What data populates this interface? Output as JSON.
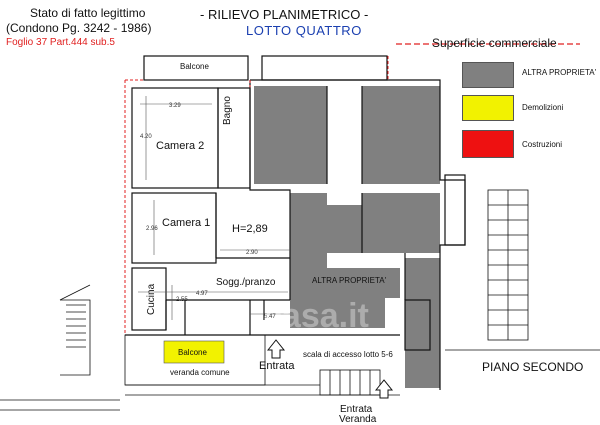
{
  "header": {
    "left_line1": "Stato di fatto legittimo",
    "left_line2": "(Condono Pg. 3242 - 1986)",
    "left_line3": "Foglio 37 Part.444 sub.5",
    "title": "- RILIEVO PLANIMETRICO -",
    "subtitle": "LOTTO QUATTRO",
    "commercial_label": "Superficie commerciale"
  },
  "legend": {
    "items": [
      {
        "label": "ALTRA PROPRIETA'",
        "color": "#808080"
      },
      {
        "label": "Demolizioni",
        "color": "#f2f200"
      },
      {
        "label": "Costruzioni",
        "color": "#ee1111"
      }
    ]
  },
  "rooms": {
    "balcone_top": "Balcone",
    "camera2": "Camera 2",
    "bagno": "Bagno",
    "camera1": "Camera 1",
    "height": "H=2,89",
    "cucina": "Cucina",
    "soggiorno": "Sogg./pranzo",
    "altra_proprieta": "ALTRA PROPRIETA'",
    "balcone_bottom": "Balcone",
    "veranda": "veranda comune",
    "scala": "scala di accesso lotto 5-6"
  },
  "dimensions": {
    "d1": "3.29",
    "d2": "4.20",
    "d3": "2.96",
    "d4": "2.90",
    "d5": "4.97",
    "d6": "2.55",
    "d7": "5.47"
  },
  "labels": {
    "entrata": "Entrata",
    "entrata_veranda_1": "Entrata",
    "entrata_veranda_2": "Veranda",
    "piano": "PIANO SECONDO",
    "watermark": "casa.it"
  },
  "colors": {
    "gray": "#808080",
    "red": "#e02020",
    "blue": "#1a3fb0",
    "yellow": "#f2f200"
  }
}
